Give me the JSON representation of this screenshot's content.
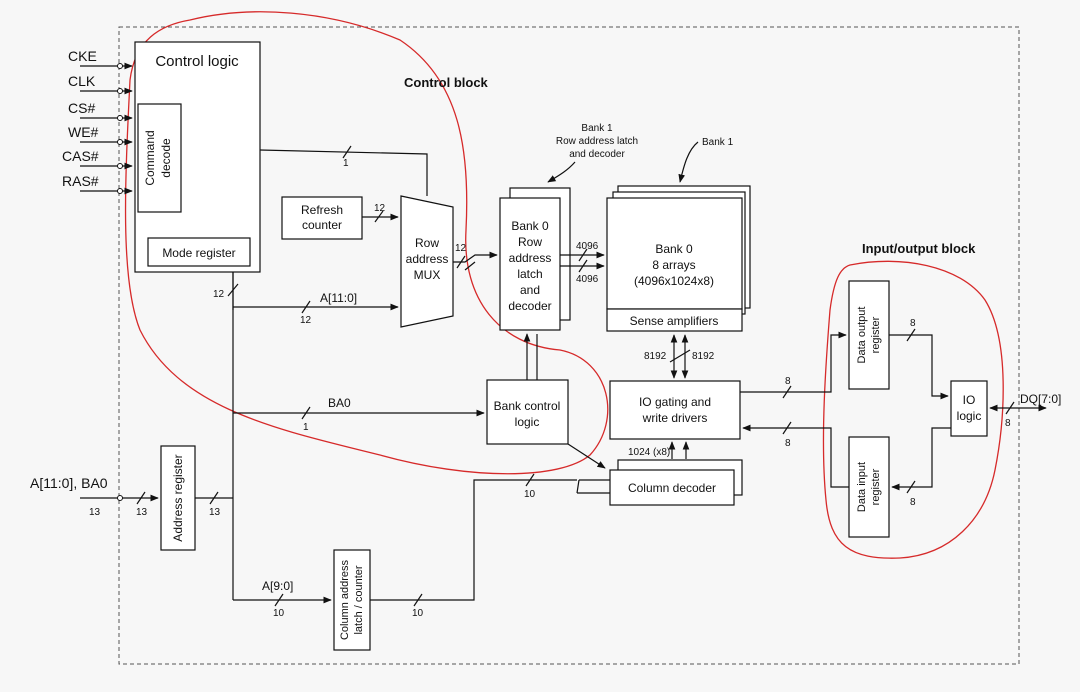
{
  "inputs": {
    "cke": "CKE",
    "clk": "CLK",
    "cs": "CS#",
    "we": "WE#",
    "cas": "CAS#",
    "ras": "RAS#",
    "addr": "A[11:0], BA0"
  },
  "blocks": {
    "control_logic": "Control logic",
    "command_decode_1": "Command",
    "command_decode_2": "decode",
    "mode_register": "Mode register",
    "refresh_1": "Refresh",
    "refresh_2": "counter",
    "mux_1": "Row",
    "mux_2": "address",
    "mux_3": "MUX",
    "bank0_latch_1": "Bank 0",
    "bank0_latch_2": "Row",
    "bank0_latch_3": "address",
    "bank0_latch_4": "latch",
    "bank0_latch_5": "and",
    "bank0_latch_6": "decoder",
    "bank0_array_1": "Bank 0",
    "bank0_array_2": "8 arrays",
    "bank0_array_3": "(4096x1024x8)",
    "sense_amps": "Sense amplifiers",
    "bank_control_1": "Bank control",
    "bank_control_2": "logic",
    "io_gating_1": "IO gating and",
    "io_gating_2": "write drivers",
    "column_decoder": "Column decoder",
    "address_register": "Address register",
    "col_latch_1": "Column address",
    "col_latch_2": "latch / counter",
    "data_output_1": "Data output",
    "data_output_2": "register",
    "data_input_1": "Data input",
    "data_input_2": "register",
    "io_logic_1": "IO",
    "io_logic_2": "logic"
  },
  "annotations": {
    "control_block": "Control block",
    "io_block": "Input/output block",
    "bank1_latch_1": "Bank 1",
    "bank1_latch_2": "Row address latch",
    "bank1_latch_3": "and decoder",
    "bank1_array": "Bank 1"
  },
  "signals": {
    "a11_0": "A[11:0]",
    "ba0": "BA0",
    "a9_0": "A[9:0]",
    "dq": "DQ[7:0]",
    "w1024x8": "1024 (x8)"
  },
  "widths": {
    "w1": "1",
    "w8": "8",
    "w10": "10",
    "w12": "12",
    "w13": "13",
    "w4096": "4096",
    "w8192": "8192"
  },
  "colors": {
    "outline": "#d62a2a",
    "line": "#111111",
    "background": "#f7f7f7"
  }
}
